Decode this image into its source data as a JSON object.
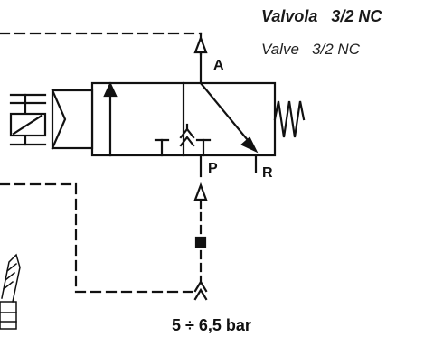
{
  "header": {
    "title": "Valvola   3/2 NC",
    "subtitle": "Valve   3/2 NC"
  },
  "ports": {
    "a": "A",
    "p": "P",
    "r": "R"
  },
  "supply": {
    "pressure": "5 ÷ 6,5 bar"
  },
  "colors": {
    "line": "#111111",
    "background": "#ffffff"
  },
  "icons": [
    "solenoid-actuator-icon",
    "spring-return-icon",
    "exhaust-port-icon",
    "supply-connector-icon",
    "push-button-icon"
  ]
}
